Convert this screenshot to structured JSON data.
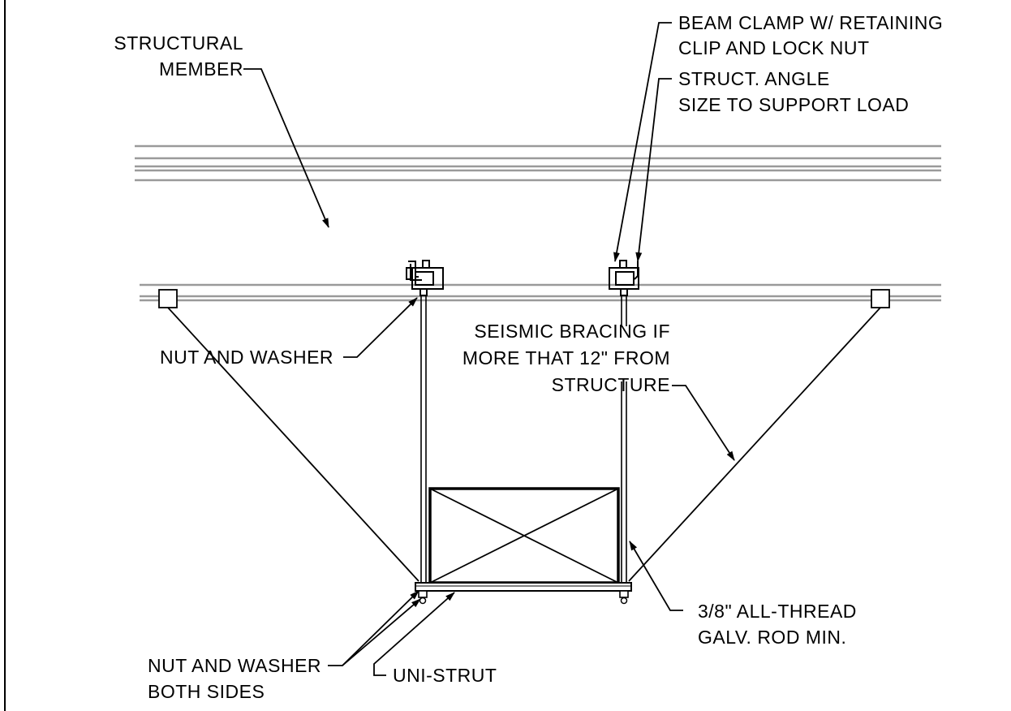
{
  "labels": {
    "structural_member_line1": "STRUCTURAL",
    "structural_member_line2": "MEMBER",
    "beam_clamp_line1": "BEAM CLAMP W/ RETAINING",
    "beam_clamp_line2": "CLIP AND LOCK NUT",
    "struct_angle_line1": "STRUCT. ANGLE",
    "struct_angle_line2": "SIZE TO SUPPORT LOAD",
    "nut_washer": "NUT AND WASHER",
    "seismic_line1": "SEISMIC BRACING IF",
    "seismic_line2": "MORE THAT 12\" FROM",
    "seismic_line3": "STRUCTURE",
    "all_thread_line1": "3/8\" ALL-THREAD",
    "all_thread_line2": "GALV. ROD MIN.",
    "nut_washer_both_line1": "NUT AND WASHER",
    "nut_washer_both_line2": "BOTH SIDES",
    "uni_strut": "UNI-STRUT"
  },
  "colors": {
    "beam": "#9a9a9a",
    "ink": "#000000",
    "background": "#ffffff"
  }
}
